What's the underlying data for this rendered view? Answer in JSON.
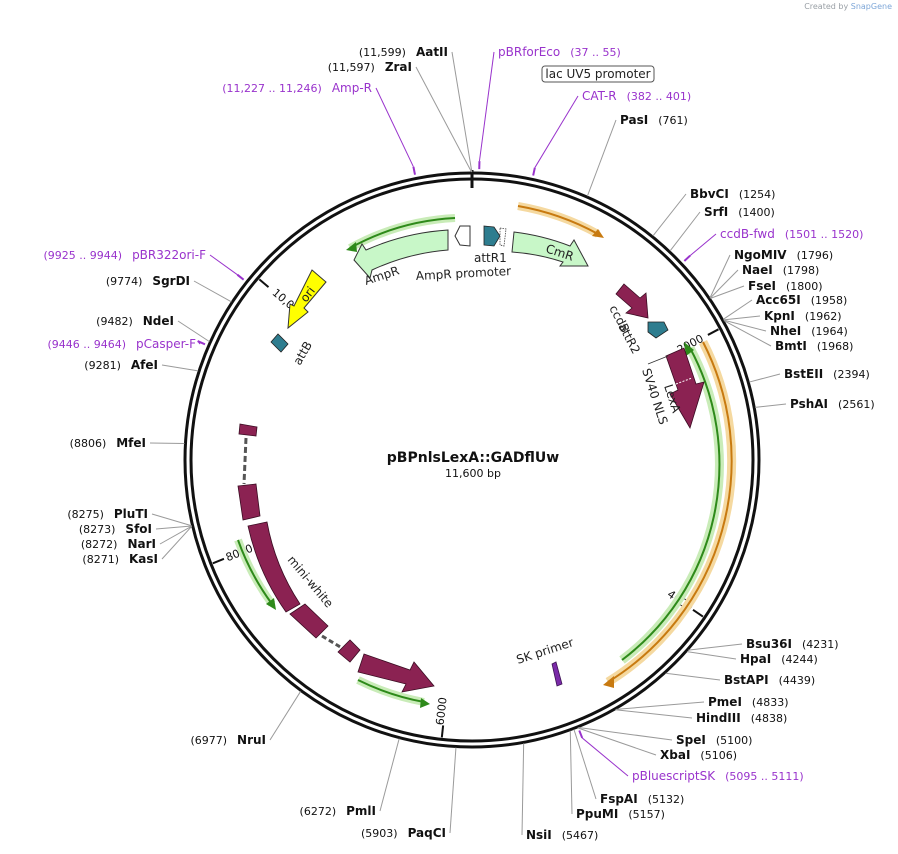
{
  "brand": {
    "created_by": "Created by",
    "name": "SnapGene"
  },
  "plasmid": {
    "name": "pBPnlsLexA::GADflUw",
    "size_label": "11,600 bp",
    "length": 11600
  },
  "colors": {
    "backbone": "#111111",
    "primer": "#9933cc",
    "enzyme_line": "#9a9a9a",
    "ampR": "#c8f7c8",
    "cmR": "#c8f7c8",
    "ori": "#ffff00",
    "att": "#2e7d8f",
    "maroon": "#8b2252",
    "orange_cds": "#f0b030",
    "green_cds": "#5cb82e"
  },
  "ticks": [
    {
      "pos": 2000,
      "label": "2000"
    },
    {
      "pos": 4000,
      "label": "4000"
    },
    {
      "pos": 6000,
      "label": "6000"
    },
    {
      "pos": 8000,
      "label": "8000"
    },
    {
      "pos": 10000,
      "label": "10,000"
    }
  ],
  "enzymes": [
    {
      "name": "AatII",
      "coord": "(11,599)",
      "pos": 11599
    },
    {
      "name": "ZraI",
      "coord": "(11,597)",
      "pos": 11597
    },
    {
      "name": "PasI",
      "coord": "(761)",
      "pos": 761
    },
    {
      "name": "BbvCI",
      "coord": "(1254)",
      "pos": 1254
    },
    {
      "name": "SrfI",
      "coord": "(1400)",
      "pos": 1400
    },
    {
      "name": "NgoMIV",
      "coord": "(1796)",
      "pos": 1796
    },
    {
      "name": "NaeI",
      "coord": "(1798)",
      "pos": 1798
    },
    {
      "name": "FseI",
      "coord": "(1800)",
      "pos": 1800
    },
    {
      "name": "Acc65I",
      "coord": "(1958)",
      "pos": 1958
    },
    {
      "name": "KpnI",
      "coord": "(1962)",
      "pos": 1962
    },
    {
      "name": "NheI",
      "coord": "(1964)",
      "pos": 1964
    },
    {
      "name": "BmtI",
      "coord": "(1968)",
      "pos": 1968
    },
    {
      "name": "BstEII",
      "coord": "(2394)",
      "pos": 2394
    },
    {
      "name": "PshAI",
      "coord": "(2561)",
      "pos": 2561
    },
    {
      "name": "Bsu36I",
      "coord": "(4231)",
      "pos": 4231
    },
    {
      "name": "HpaI",
      "coord": "(4244)",
      "pos": 4244
    },
    {
      "name": "BstAPI",
      "coord": "(4439)",
      "pos": 4439
    },
    {
      "name": "PmeI",
      "coord": "(4833)",
      "pos": 4833
    },
    {
      "name": "HindIII",
      "coord": "(4838)",
      "pos": 4838
    },
    {
      "name": "SpeI",
      "coord": "(5100)",
      "pos": 5100
    },
    {
      "name": "XbaI",
      "coord": "(5106)",
      "pos": 5106
    },
    {
      "name": "FspAI",
      "coord": "(5132)",
      "pos": 5132
    },
    {
      "name": "PpuMI",
      "coord": "(5157)",
      "pos": 5157
    },
    {
      "name": "NsiI",
      "coord": "(5467)",
      "pos": 5467
    },
    {
      "name": "PaqCI",
      "coord": "(5903)",
      "pos": 5903
    },
    {
      "name": "PmlI",
      "coord": "(6272)",
      "pos": 6272
    },
    {
      "name": "NruI",
      "coord": "(6977)",
      "pos": 6977
    },
    {
      "name": "KasI",
      "coord": "(8271)",
      "pos": 8271
    },
    {
      "name": "NarI",
      "coord": "(8272)",
      "pos": 8272
    },
    {
      "name": "SfoI",
      "coord": "(8273)",
      "pos": 8273
    },
    {
      "name": "PluTI",
      "coord": "(8275)",
      "pos": 8275
    },
    {
      "name": "MfeI",
      "coord": "(8806)",
      "pos": 8806
    },
    {
      "name": "AfeI",
      "coord": "(9281)",
      "pos": 9281
    },
    {
      "name": "NdeI",
      "coord": "(9482)",
      "pos": 9482
    },
    {
      "name": "SgrDI",
      "coord": "(9774)",
      "pos": 9774
    }
  ],
  "primers": [
    {
      "name": "pBRforEco",
      "coord": "(37 .. 55)",
      "pos": 46
    },
    {
      "name": "CAT-R",
      "coord": "(382 .. 401)",
      "pos": 391
    },
    {
      "name": "ccdB-fwd",
      "coord": "(1501 .. 1520)",
      "pos": 1510
    },
    {
      "name": "pBluescriptSK",
      "coord": "(5095 .. 5111)",
      "pos": 5103
    },
    {
      "name": "pCasper-F",
      "coord": "(9446 .. 9464)",
      "pos": 9455
    },
    {
      "name": "pBR322ori-F",
      "coord": "(9925 .. 9944)",
      "pos": 9934
    },
    {
      "name": "Amp-R",
      "coord": "(11,227 .. 11,246)",
      "pos": 11236
    }
  ],
  "features": {
    "lac_uv5": "lac UV5 promoter",
    "cmr": "CmR",
    "ampr": "AmpR",
    "ampr_promoter": "AmpR promoter",
    "attr1": "attR1",
    "ori": "ori",
    "attb": "attB",
    "ccdb": "ccdB",
    "attr2": "attR2",
    "lexa": "LexA",
    "sv40": "SV40 NLS",
    "mini_white": "mini-white",
    "sk_primer": "SK primer"
  }
}
